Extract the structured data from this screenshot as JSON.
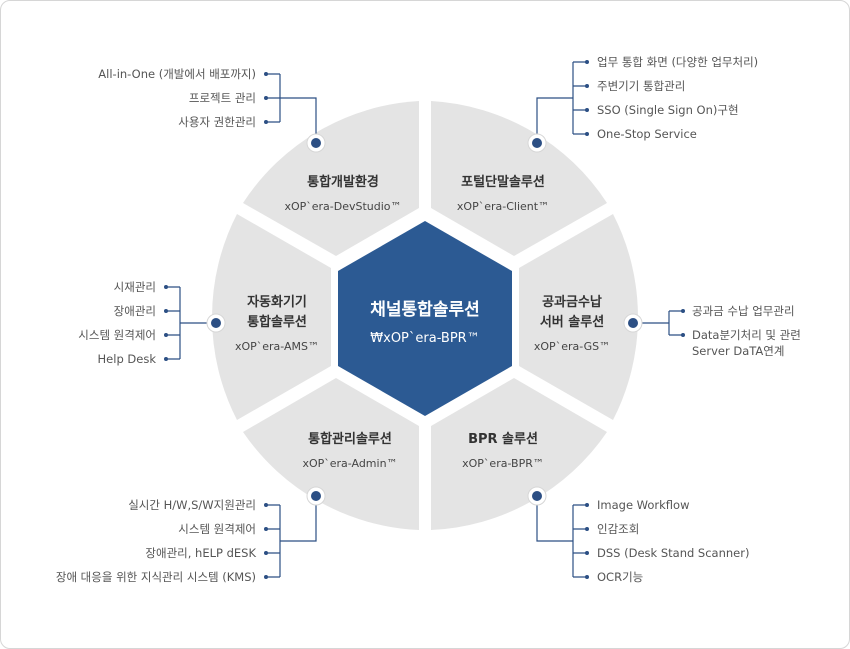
{
  "center": {
    "title": "채널통합솔루션",
    "code": "₩xOP`era-BPR™"
  },
  "segments": {
    "dev": {
      "title": "통합개발환경",
      "code": "xOP`era-DevStudio™"
    },
    "portal": {
      "title": "포털단말솔루션",
      "code": "xOP`era-Client™"
    },
    "gs": {
      "title1": "공과금수납",
      "title2": "서버 솔루션",
      "code": "xOP`era-GS™"
    },
    "bpr": {
      "title": "BPR 솔루션",
      "code": "xOP`era-BPR™"
    },
    "admin": {
      "title": "통합관리솔루션",
      "code": "xOP`era-Admin™"
    },
    "ams": {
      "title1": "자동화기기",
      "title2": "통합솔루션",
      "code": "xOP`era-AMS™"
    }
  },
  "callouts": {
    "dev": [
      "All-in-One (개발에서 배포까지)",
      "프로젝트 관리",
      "사용자 권한관리"
    ],
    "portal": [
      "업무 통합 화면 (다양한 업무처리)",
      "주변기기 통합관리",
      "SSO (Single Sign On)구현",
      "One-Stop Service"
    ],
    "gs": [
      "공과금 수납 업무관리",
      "Data분기처리 및 관련",
      "Server DaTA연계"
    ],
    "bpr": [
      "Image Workflow",
      "인감조회",
      "DSS (Desk Stand Scanner)",
      "OCR기능"
    ],
    "admin": [
      "실시간 H/W,S/W지원관리",
      "시스템 원격제어",
      "장애관리, hELP dESK",
      "장애 대응을 위한 지식관리 시스템 (KMS)"
    ],
    "ams": [
      "시재관리",
      "장애관리",
      "시스템 원격제어",
      "Help Desk"
    ]
  },
  "colors": {
    "accent": "#2c4f84",
    "segment": "#e4e4e4",
    "text": "#333333"
  }
}
